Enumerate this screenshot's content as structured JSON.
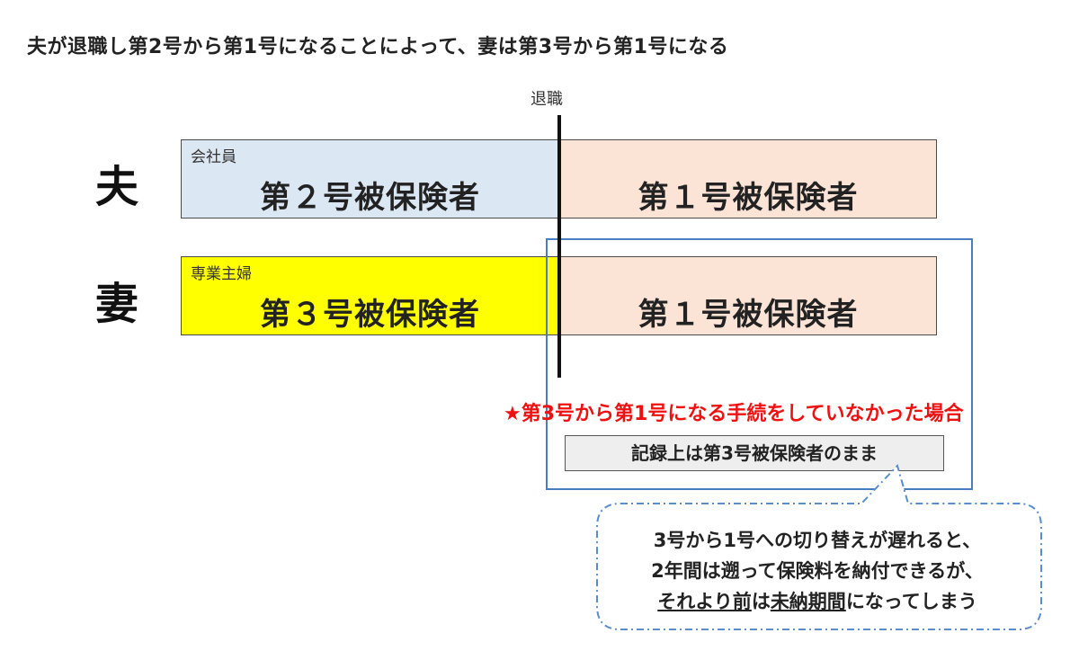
{
  "heading": "夫が退職し第2号から第1号になることによって、妻は第3号から第1号になる",
  "retirement_label": "退職",
  "husband": {
    "label": "夫",
    "before": {
      "role": "会社員",
      "status": "第２号被保険者",
      "color": "#dce7f4"
    },
    "after": {
      "status": "第１号被保険者",
      "color": "#fbe3d6"
    }
  },
  "wife": {
    "label": "妻",
    "before": {
      "role": "専業主婦",
      "status": "第３号被保険者",
      "color": "#ffff00"
    },
    "after": {
      "status": "第１号被保険者",
      "color": "#fbe3d6"
    }
  },
  "warning": "★第3号から第1号になる手続をしていなかった場合",
  "record_status": "記録上は第3号被保険者のまま",
  "callout": {
    "line1": "3号から1号への切り替えが遅れると、",
    "line2": "2年間は遡って保険料を納付できるが、",
    "line3_underlined": "それより前",
    "line3_mid": "は",
    "line3_underlined2": "未納期間",
    "line3_end": "になってしまう"
  },
  "colors": {
    "highlight_border": "#4a7cc0",
    "callout_border": "#5b8dc9",
    "warning_text": "#ee1111"
  }
}
